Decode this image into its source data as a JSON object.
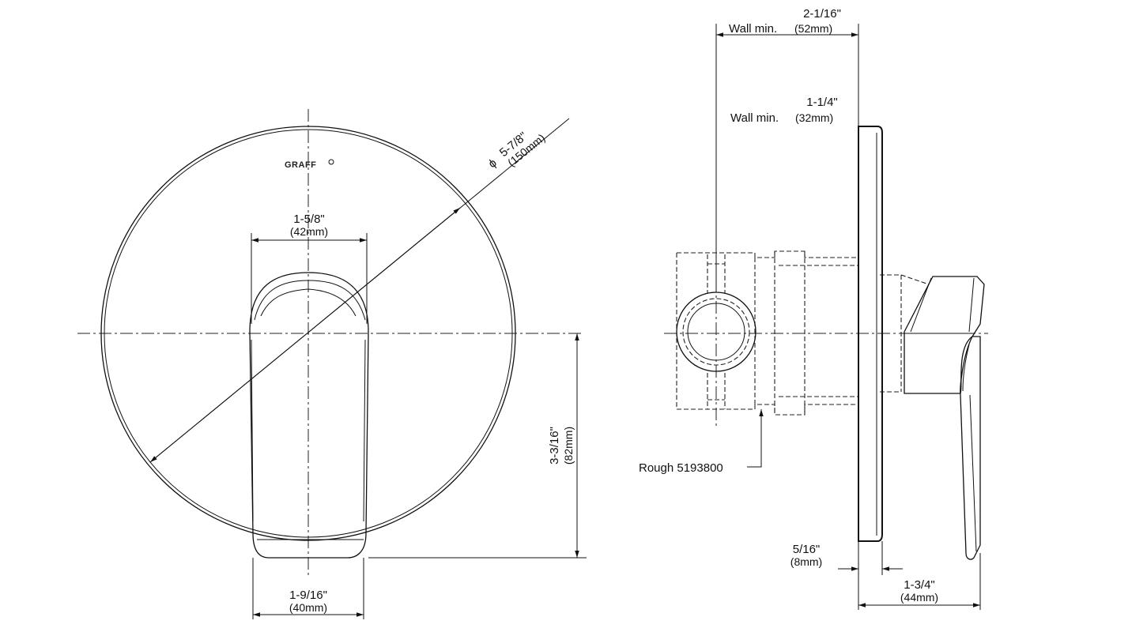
{
  "front_view": {
    "logo_text": "GRAFF",
    "diameter": {
      "symbol": "ϕ",
      "imperial": "5-7/8\"",
      "metric": "(150mm)"
    },
    "handle_top_width": {
      "imperial": "1-5/8\"",
      "metric": "(42mm)"
    },
    "handle_bottom_width": {
      "imperial": "1-9/16\"",
      "metric": "(40mm)"
    },
    "handle_height": {
      "imperial": "3-3/16\"",
      "metric": "(82mm)"
    }
  },
  "side_view": {
    "wall_min_max": {
      "imperial": "2-1/16\"",
      "label": "Wall min.",
      "metric": "(52mm)"
    },
    "wall_min_min": {
      "imperial": "1-1/4\"",
      "label": "Wall min.",
      "metric": "(32mm)"
    },
    "rough_label": "Rough 5193800",
    "plate_thickness": {
      "imperial": "5/16\"",
      "metric": "(8mm)"
    },
    "projection": {
      "imperial": "1-3/4\"",
      "metric": "(44mm)"
    }
  }
}
